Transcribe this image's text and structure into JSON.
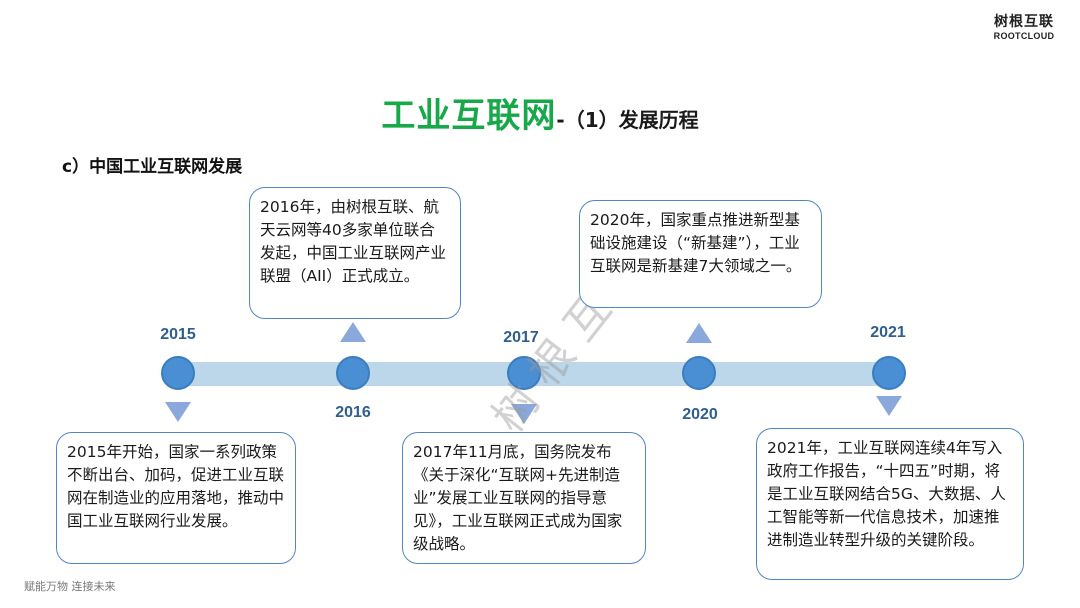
{
  "brand": {
    "name_cn": "树根互联",
    "name_en": "ROOTCLOUD"
  },
  "title": {
    "main": "工业互联网",
    "sub": "-（1）发展历程"
  },
  "section": {
    "heading": "c）中国工业互联网发展"
  },
  "timeline": {
    "years": [
      "2015",
      "2016",
      "2017",
      "2020",
      "2021"
    ],
    "events": [
      "2015年开始，国家一系列政策不断出台、加码，促进工业互联网在制造业的应用落地，推动中国工业互联网行业发展。",
      "2016年，由树根互联、航天云网等40多家单位联合发起，中国工业互联网产业联盟（AII）正式成立。",
      "2017年11月底，国务院发布《关于深化“互联网+先进制造业”发展工业互联网的指导意见》，工业互联网正式成为国家级战略。",
      "2020年，国家重点推进新型基础设施建设（“新基建”），工业互联网是新基建7大领域之一。",
      "2021年，工业互联网连续4年写入政府工作报告，“十四五”时期，将是工业互联网结合5G、大数据、人工智能等新一代信息技术，加速推进制造业转型升级的关键阶段。"
    ]
  },
  "watermark": "树根互联",
  "footer": "赋能万物  连接未来",
  "colors": {
    "title_green": "#17a849",
    "node_blue": "#4a8fd3",
    "bar_light_blue": "#bcd6ea",
    "arrow_blue": "#8aa8dc",
    "box_border": "#4f86c6"
  }
}
